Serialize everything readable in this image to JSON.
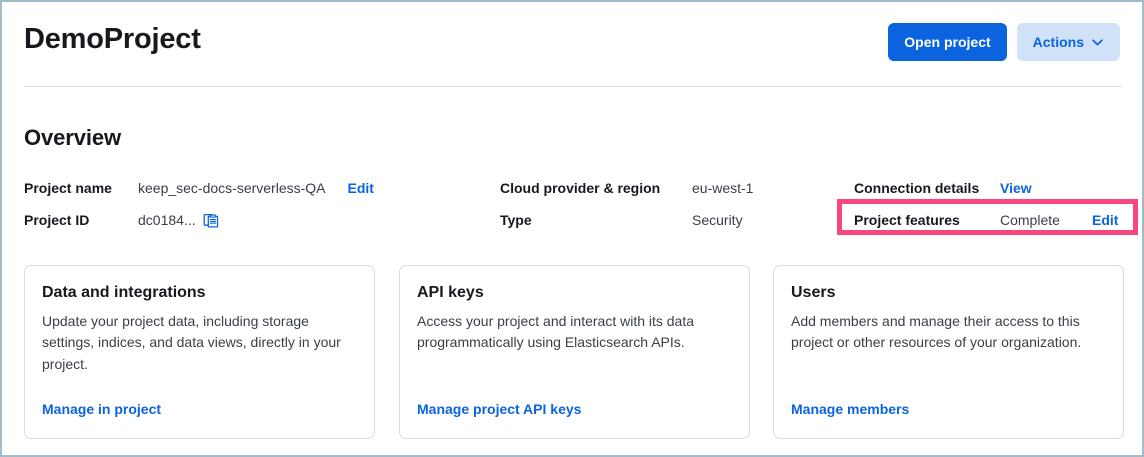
{
  "header": {
    "title": "DemoProject",
    "primary_button": "Open project",
    "secondary_button": "Actions",
    "secondary_icon": "chevron-down-icon"
  },
  "overview": {
    "section_title": "Overview",
    "column1": [
      {
        "label": "Project name",
        "value": "keep_sec-docs-serverless-QA",
        "action": "Edit"
      },
      {
        "label": "Project ID",
        "value": "dc0184...",
        "icon": "copy-icon"
      }
    ],
    "column2": [
      {
        "label": "Cloud provider & region",
        "value": "eu-west-1"
      },
      {
        "label": "Type",
        "value": "Security"
      }
    ],
    "column3": [
      {
        "label": "Connection details",
        "value": "",
        "action": "View"
      },
      {
        "label": "Project features",
        "value": "Complete",
        "action": "Edit"
      }
    ],
    "highlight_color": "#f8467f"
  },
  "cards": [
    {
      "title": "Data and integrations",
      "description": "Update your project data, including storage settings, indices, and data views, directly in your project.",
      "link": "Manage in project"
    },
    {
      "title": "API keys",
      "description": "Access your project and interact with its data programmatically using Elasticsearch APIs.",
      "link": "Manage project API keys"
    },
    {
      "title": "Users",
      "description": "Add members and manage their access to this project or other resources of your organization.",
      "link": "Manage members"
    }
  ],
  "colors": {
    "accent_blue": "#0b64dd",
    "highlight_pink": "#f8467f",
    "text_dark": "#16191d"
  }
}
